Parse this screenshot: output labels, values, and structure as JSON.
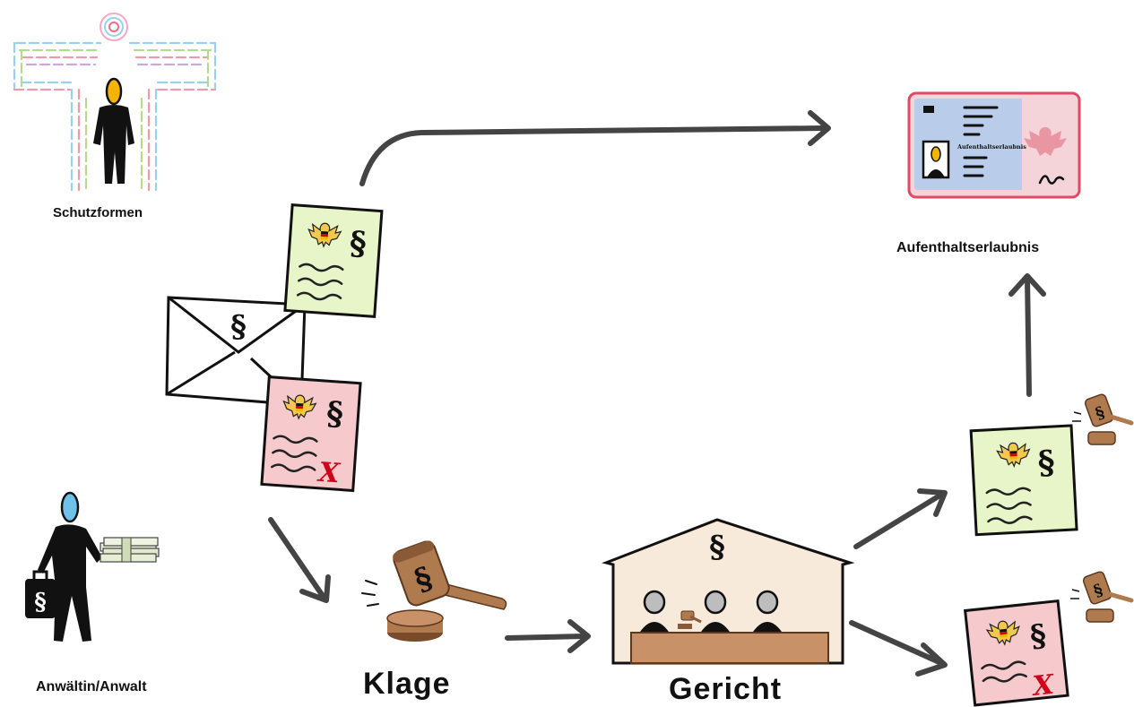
{
  "labels": {
    "schutzformen": "Schutzformen",
    "anwalt": "Anwältin/Anwalt",
    "klage": "Klage",
    "gericht": "Gericht",
    "aufenthalt": "Aufenthaltserlaubnis"
  },
  "icons": {
    "paragraph_symbol": "§",
    "reject_mark": "X",
    "card_title": "Aufenthaltserlaubnis"
  },
  "colors": {
    "approval_doc": "#e8f5c8",
    "rejection_doc": "#f6c9cd",
    "arrow": "#444444",
    "wood_light": "#b07a4f",
    "wood_dark": "#7a4a2b",
    "court_wall": "#f7eadb",
    "card_blue": "#b9cdea",
    "card_pink": "#f4d4d8",
    "card_frame": "#e04a67",
    "person_head_yellow": "#f4b400",
    "person_head_blue": "#6ec1e8",
    "reject_red": "#d0021b"
  }
}
